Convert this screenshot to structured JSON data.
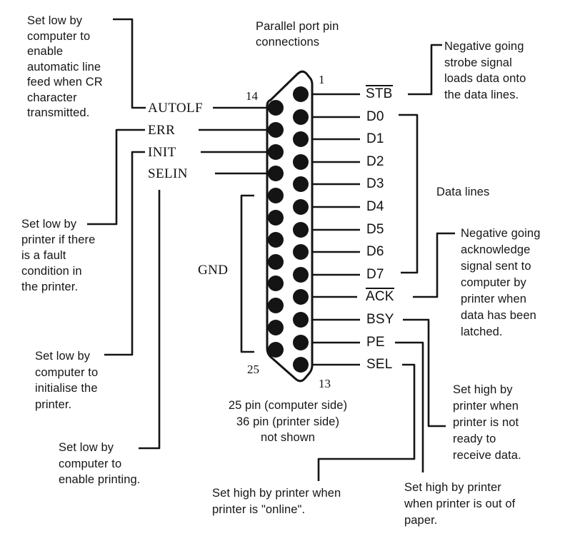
{
  "title": "Parallel port pin\nconnections",
  "colors": {
    "ink": "#141414",
    "background": "#ffffff"
  },
  "pins": {
    "numbers": {
      "top_right": "1",
      "top_left": "14",
      "bottom_left": "25",
      "bottom_right": "13"
    },
    "left_signals": [
      "AUTOLF",
      "ERR",
      "INIT",
      "SELIN"
    ],
    "ground_label": "GND",
    "right_signals": [
      {
        "label": "STB",
        "overline": true
      },
      {
        "label": "D0",
        "overline": false
      },
      {
        "label": "D1",
        "overline": false
      },
      {
        "label": "D2",
        "overline": false
      },
      {
        "label": "D3",
        "overline": false
      },
      {
        "label": "D4",
        "overline": false
      },
      {
        "label": "D5",
        "overline": false
      },
      {
        "label": "D6",
        "overline": false
      },
      {
        "label": "D7",
        "overline": false
      },
      {
        "label": "ACK",
        "overline": true
      },
      {
        "label": "BSY",
        "overline": false
      },
      {
        "label": "PE",
        "overline": false
      },
      {
        "label": "SEL",
        "overline": false
      }
    ]
  },
  "annotations": {
    "autolf": "Set low by\ncomputer to\nenable\nautomatic line\nfeed when CR\ncharacter\ntransmitted.",
    "err": "Set low by\nprinter if there\nis a fault\ncondition in\nthe printer.",
    "init": "Set low by\ncomputer to\ninitialise the\nprinter.",
    "selin": "Set low by\ncomputer to\nenable printing.",
    "stb": "Negative going\nstrobe signal\nloads data onto\nthe data lines.",
    "data_lines": "Data lines",
    "ack": "Negative going\nacknowledge\nsignal sent to\ncomputer by\nprinter when\ndata has been\nlatched.",
    "bsy": "Set high by\nprinter when\nprinter is not\nready to\nreceive data.",
    "pe": "Set high by printer\nwhen printer is out of\npaper.",
    "sel": "Set high by printer when\nprinter is \"online\".",
    "connector_note": "25 pin (computer side)\n36 pin (printer side)\nnot shown"
  }
}
